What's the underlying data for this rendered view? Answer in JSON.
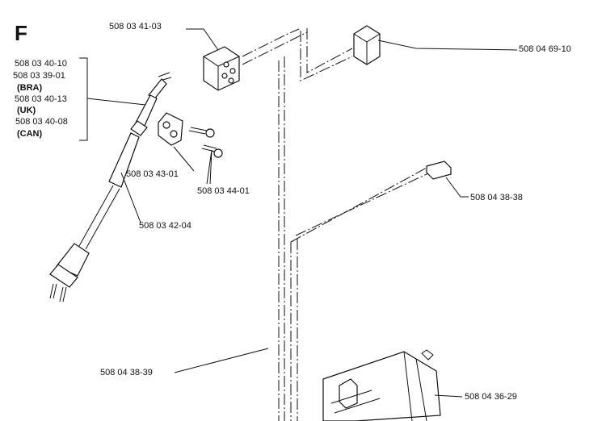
{
  "section_letter": "F",
  "labels": {
    "connector_block": "508 03 41-03",
    "switch": "508 04 69-10",
    "cord_1": "508 03 40-10",
    "cord_2": "508 03 39-01",
    "cord_2_note": "(BRA)",
    "cord_3": "508 03 40-13",
    "cord_3_note": "(UK)",
    "cord_4": "508 03 40-08",
    "cord_4_note": "(CAN)",
    "cord_clamp": "508 03 43-01",
    "screws": "508 03 44-01",
    "cord_guard": "508 03 42-04",
    "cable_plug": "508 04 38-38",
    "cable_harness": "508 04 38-39",
    "motor": "508 04 36-29"
  }
}
